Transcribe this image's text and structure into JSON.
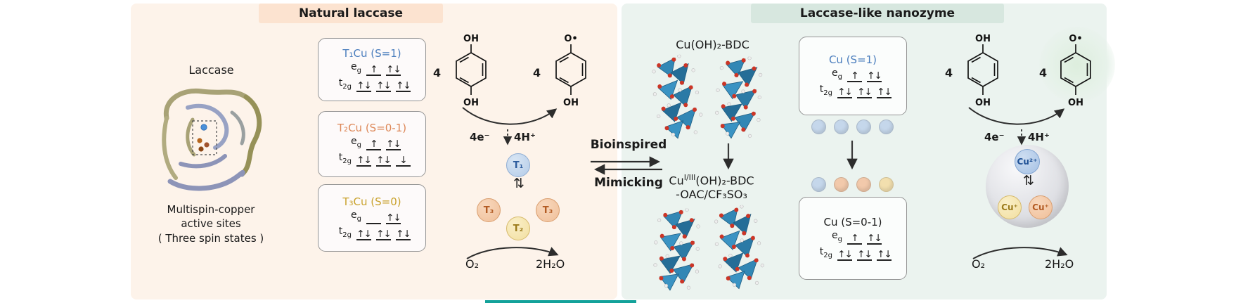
{
  "colors": {
    "panel_natural_bg": "#fdf3ea",
    "panel_nanozyme_bg": "#ebf3ef",
    "band_natural_bg": "#fce3d0",
    "band_nanozyme_bg": "#d7e7df",
    "t1_blue": "#4a7dbd",
    "t2_orange": "#dd8757",
    "t3_gold": "#c9a22c",
    "mof_blue": "#2e7ca8",
    "oxygen_red": "#cc3526",
    "teal_strip": "#13a29a"
  },
  "natural": {
    "title": "Natural laccase",
    "protein_label": "Laccase",
    "caption_lines": [
      "Multispin-copper",
      "active sites",
      "( Three spin states )"
    ],
    "spin_boxes": [
      {
        "title": "T₁Cu (S=1)",
        "color": "#4a7dbd",
        "eg": [
          "↑",
          "↑↓"
        ],
        "t2g": [
          "↑↓",
          "↑↓",
          "↑↓"
        ]
      },
      {
        "title": "T₂Cu (S=0-1)",
        "color": "#dd8757",
        "eg": [
          "↑",
          "↑↓"
        ],
        "t2g": [
          "↑↓",
          "↑↓",
          "↓"
        ]
      },
      {
        "title": "T₃Cu (S=0)",
        "color": "#c9a22c",
        "eg": [
          "",
          "↑↓"
        ],
        "t2g": [
          "↑↓",
          "↑↓",
          "↑↓"
        ]
      }
    ],
    "reaction": {
      "substrate_coeff": "4",
      "substrate_top": "OH",
      "substrate_bottom": "OH",
      "product_coeff": "4",
      "product_top": "O•",
      "product_bottom": "OH",
      "electrons": "4e⁻",
      "protons": "4H⁺",
      "equilibrium": "⇅",
      "sites": {
        "t1": "T₁",
        "t3a": "T₃",
        "t3b": "T₃",
        "t2": "T₂"
      },
      "oxidant": "O₂",
      "water": "2H₂O"
    }
  },
  "bridge": {
    "top_label": "Bioinspired",
    "bottom_label": "Mimicking"
  },
  "nanozyme": {
    "title": "Laccase-like nanozyme",
    "mof_label": "Cu(OH)₂-BDC",
    "oxidized_label": {
      "pre": "Cu",
      "sup": "I/III",
      "post": "(OH)₂-BDC",
      "line2": "-OAC/CF₃SO₃"
    },
    "spin_boxes": [
      {
        "title": "Cu (S=1)",
        "color": "#4a7dbd",
        "eg": [
          "↑",
          "↑↓"
        ],
        "t2g": [
          "↑↓",
          "↑↓",
          "↑↓"
        ]
      },
      {
        "title": "Cu (S=0-1)",
        "color": "#1a1a1a",
        "eg": [
          "↑",
          "↑↓"
        ],
        "t2g": [
          "↑↓",
          "↑↓",
          "↑↓"
        ]
      }
    ],
    "spin_dots": {
      "row1": [
        "#c5d7eb",
        "#c5d7eb",
        "#c5d7eb",
        "#c5d7eb"
      ],
      "row2": [
        "#c5d7eb",
        "#f2c9ab",
        "#f2c9ab",
        "#f2dfae"
      ]
    },
    "reaction": {
      "substrate_coeff": "4",
      "substrate_top": "OH",
      "substrate_bottom": "OH",
      "product_coeff": "4",
      "product_top": "O•",
      "product_bottom": "OH",
      "electrons": "4e⁻",
      "protons": "4H⁺",
      "equilibrium": "⇅",
      "ions": {
        "cu2": "Cu²⁺",
        "cu1a": "Cu⁺",
        "cu1b": "Cu⁺"
      },
      "oxidant": "O₂",
      "water": "2H₂O"
    }
  },
  "orbital_labels": {
    "e_main": "e",
    "e_sub": "g",
    "t_main": "t",
    "t_sub": "2g"
  }
}
